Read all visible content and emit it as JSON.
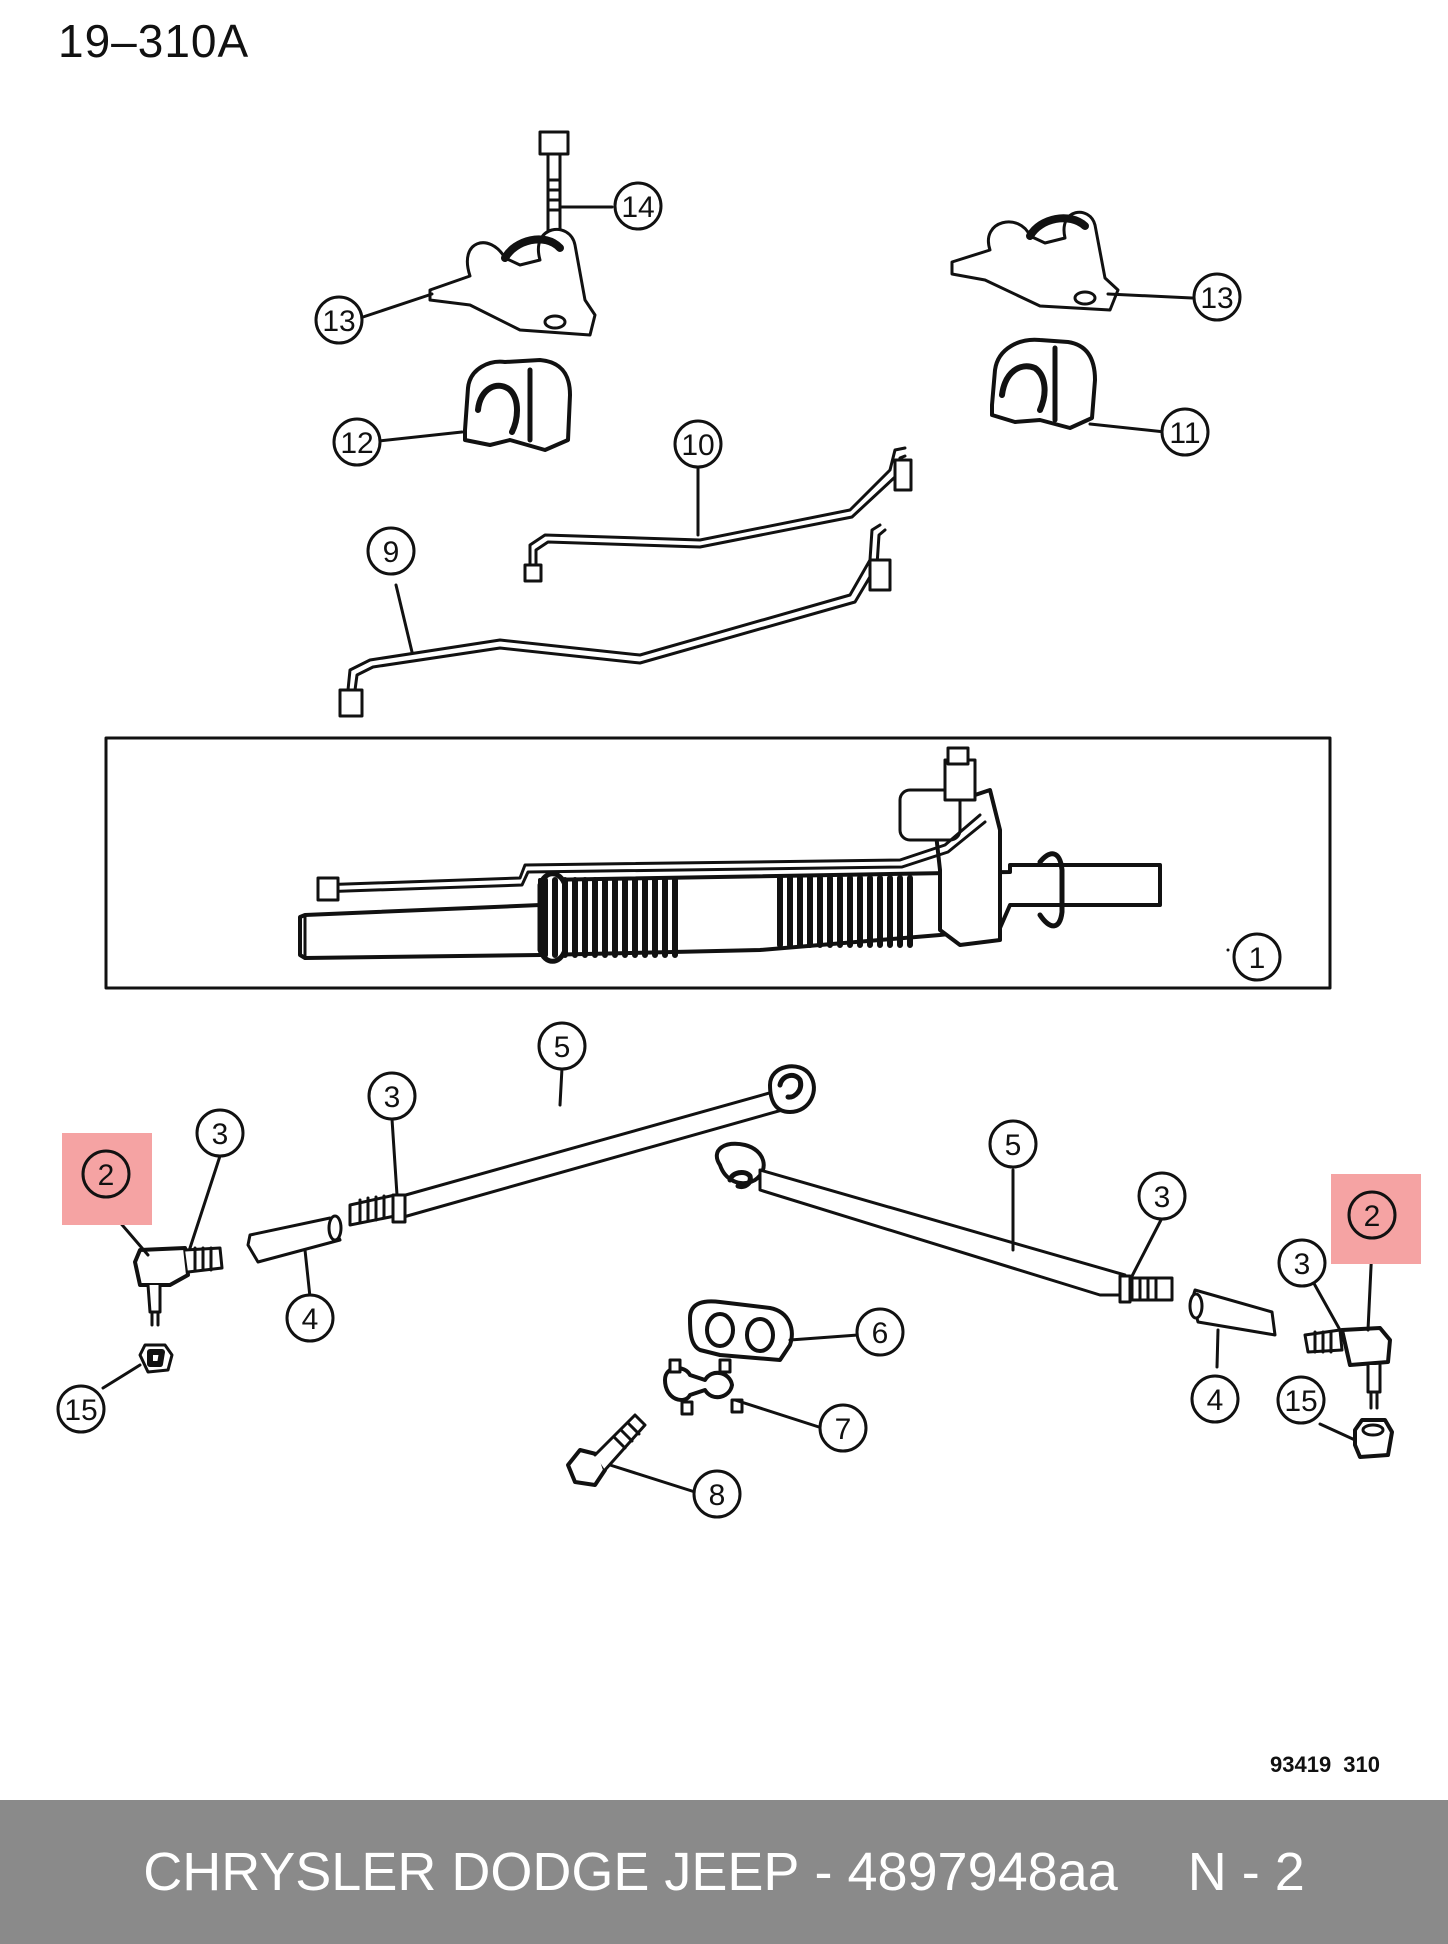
{
  "diagram": {
    "title": "19–310A",
    "drawing_ref": "93419 310",
    "highlight_color": "#f5a3a3",
    "callouts": [
      {
        "id": "c1",
        "label": "1"
      },
      {
        "id": "c2a",
        "label": "2",
        "highlighted": true
      },
      {
        "id": "c2b",
        "label": "2",
        "highlighted": true
      },
      {
        "id": "c3a",
        "label": "3"
      },
      {
        "id": "c3b",
        "label": "3"
      },
      {
        "id": "c3c",
        "label": "3"
      },
      {
        "id": "c3d",
        "label": "3"
      },
      {
        "id": "c4a",
        "label": "4"
      },
      {
        "id": "c4b",
        "label": "4"
      },
      {
        "id": "c5a",
        "label": "5"
      },
      {
        "id": "c5b",
        "label": "5"
      },
      {
        "id": "c6",
        "label": "6"
      },
      {
        "id": "c7",
        "label": "7"
      },
      {
        "id": "c8",
        "label": "8"
      },
      {
        "id": "c9",
        "label": "9"
      },
      {
        "id": "c10",
        "label": "10"
      },
      {
        "id": "c11",
        "label": "11"
      },
      {
        "id": "c12",
        "label": "12"
      },
      {
        "id": "c13a",
        "label": "13"
      },
      {
        "id": "c13b",
        "label": "13"
      },
      {
        "id": "c14",
        "label": "14"
      },
      {
        "id": "c15a",
        "label": "15"
      },
      {
        "id": "c15b",
        "label": "15"
      }
    ]
  },
  "footer": {
    "brand": "CHRYSLER DODGE JEEP",
    "separator": "-",
    "part_number": "4897948aa",
    "page": "N - 2",
    "background": "#8a8a8a"
  }
}
